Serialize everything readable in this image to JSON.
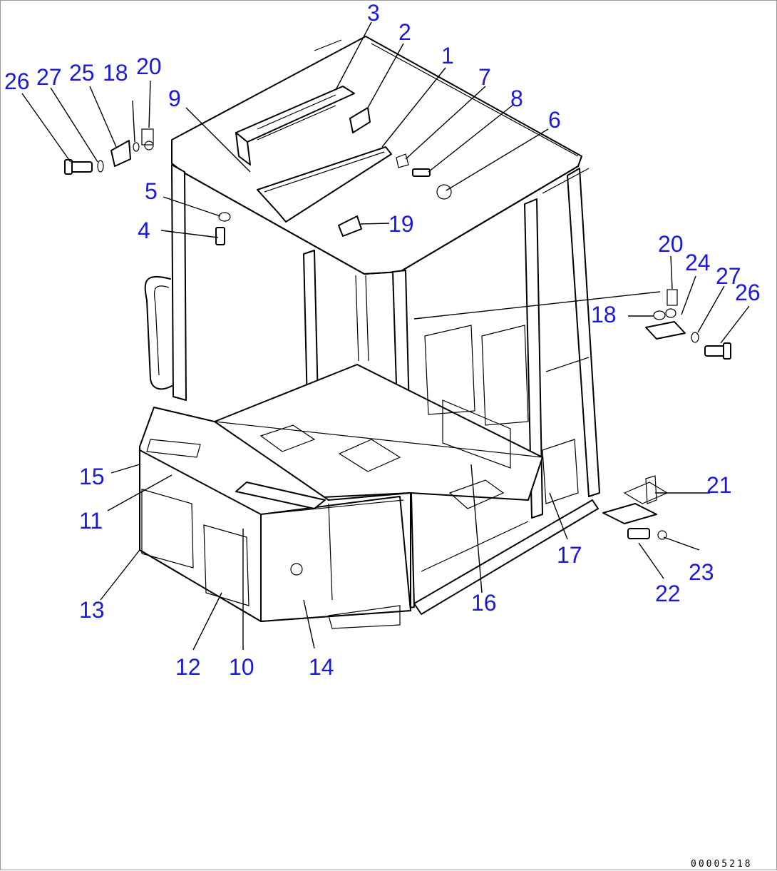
{
  "drawing": {
    "drawing_code": "00005218",
    "accent_color": "#1a1ad8",
    "callouts": [
      "1",
      "2",
      "3",
      "4",
      "5",
      "6",
      "7",
      "8",
      "9",
      "10",
      "11",
      "12",
      "13",
      "14",
      "15",
      "16",
      "17",
      "18",
      "18",
      "19",
      "20",
      "20",
      "21",
      "22",
      "23",
      "24",
      "25",
      "26",
      "26",
      "27",
      "27"
    ]
  }
}
